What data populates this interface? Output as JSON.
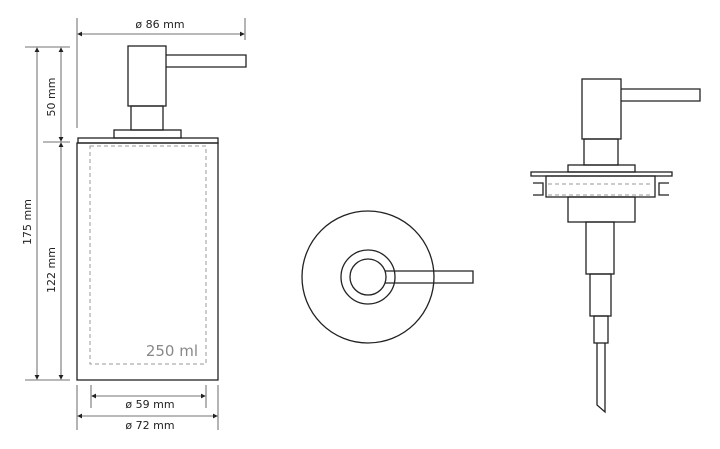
{
  "dimensions": {
    "width_top": "ø 86 mm",
    "total_height": "175 mm",
    "pump_height": "50 mm",
    "body_height": "122 mm",
    "inner_diameter": "ø 59 mm",
    "outer_diameter": "ø 72 mm"
  },
  "capacity": "250 ml",
  "colors": {
    "line": "#222222",
    "dashed": "#999999",
    "capacity_text": "#888888"
  }
}
